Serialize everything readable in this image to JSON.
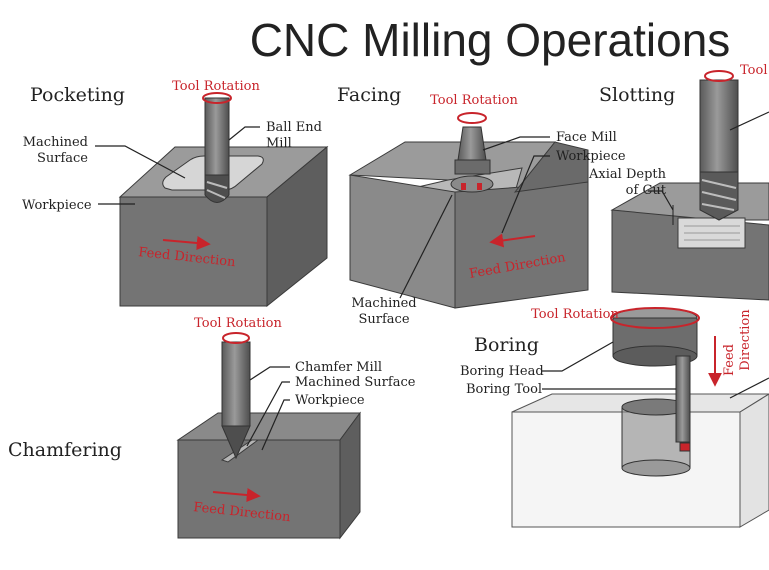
{
  "title": "CNC Milling Operations",
  "operations": {
    "pocketing": {
      "name": "Pocketing",
      "tool_rotation": "Tool Rotation",
      "tool": "Ball End Mill",
      "tool_line1": "Ball End",
      "tool_line2": "Mill",
      "surface_line1": "Machined",
      "surface_line2": "Surface",
      "workpiece": "Workpiece",
      "feed": "Feed Direction"
    },
    "facing": {
      "name": "Facing",
      "tool_rotation": "Tool Rotation",
      "tool": "Face Mill",
      "workpiece": "Workpiece",
      "surface_line1": "Machined",
      "surface_line2": "Surface",
      "feed": "Feed Direction"
    },
    "slotting": {
      "name": "Slotting",
      "tool_rotation": "Tool",
      "depth_line1": "Axial Depth",
      "depth_line2": "of Cut"
    },
    "chamfering": {
      "name": "Chamfering",
      "tool_rotation": "Tool Rotation",
      "tool": "Chamfer Mill",
      "surface": "Machined Surface",
      "workpiece": "Workpiece",
      "feed": "Feed Direction"
    },
    "boring": {
      "name": "Boring",
      "tool_rotation": "Tool Rotation",
      "head": "Boring Head",
      "tool": "Boring Tool",
      "feed_line1": "Feed",
      "feed_line2": "Direction"
    }
  },
  "colors": {
    "block_top": "#9b9b9b",
    "block_front": "#747474",
    "block_side": "#5e5e5e",
    "tool_body": "#7a7a7a",
    "accent_red": "#c8242b",
    "text": "#222222"
  }
}
